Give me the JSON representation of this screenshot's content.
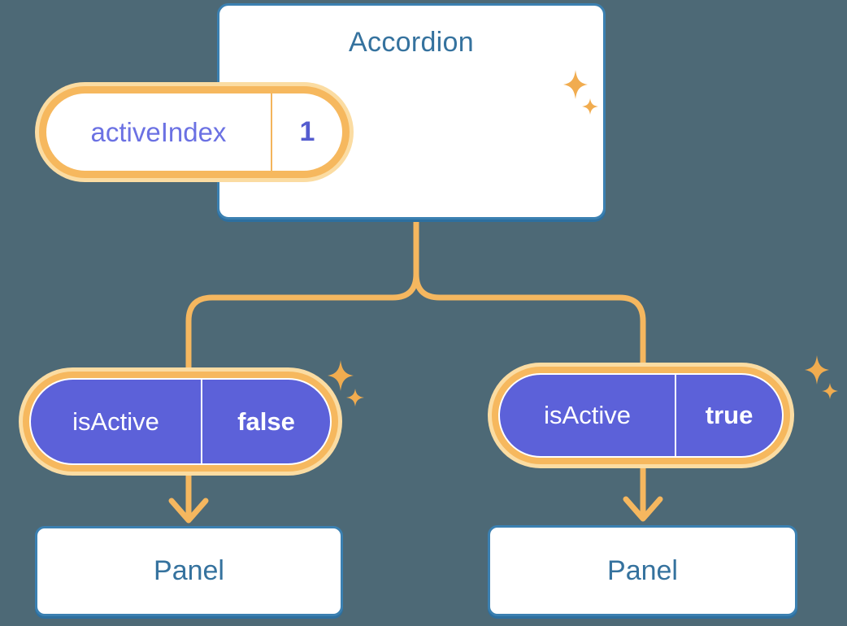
{
  "root_component": {
    "title": "Accordion",
    "state_pill": {
      "label": "activeIndex",
      "value": "1"
    }
  },
  "children": [
    {
      "prop_pill": {
        "label": "isActive",
        "value": "false"
      },
      "component": {
        "title": "Panel"
      }
    },
    {
      "prop_pill": {
        "label": "isActive",
        "value": "true"
      },
      "component": {
        "title": "Panel"
      }
    }
  ],
  "icons": {
    "sparkle": "four-point-star"
  },
  "colors": {
    "background": "#4D6976",
    "box_fill": "#FFFFFF",
    "box_border": "#3B80B1",
    "box_shadow": "#2D6F9F",
    "box_text": "#35729E",
    "orange_ring": "#F6B85E",
    "orange_halo": "#FBDCA2",
    "orange_line": "#F5B75F",
    "sparkle": "#F1AC4F",
    "purple_fill": "#5C61D9",
    "purple_label_text": "#6B71E3",
    "purple_value_text": "#545CCF",
    "pill_value_text": "#FFFFFF"
  }
}
